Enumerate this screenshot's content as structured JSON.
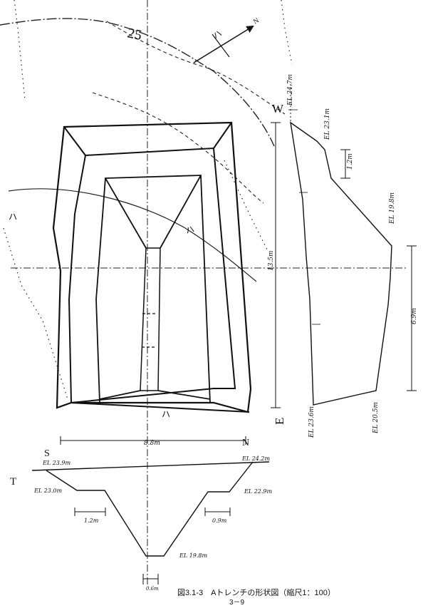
{
  "figure": {
    "caption": "図3.1-3　Aトレンチの形状図（縮尺1：100）",
    "page_number": "3－9"
  },
  "plan_view": {
    "contour_label": "25",
    "north_arrow_label": "N",
    "north_arrow_hatching": "ハ",
    "scarp_marks": [
      "ハ",
      "ハ",
      "ハ"
    ],
    "width_dim": "8.8m",
    "length_dim": "13.5m",
    "pit_label_w": "W",
    "pit_label_e": "E",
    "pit_label_s": "S",
    "pit_label_n": "N",
    "pit_label_t": "T"
  },
  "section_we": {
    "elevations": [
      "EL 24.7m",
      "EL 23.1m",
      "EL 19.8m",
      "EL 23.6m",
      "EL 20.5m"
    ],
    "dims": [
      "1.2m",
      "6.9m"
    ]
  },
  "section_sn": {
    "elevations": [
      "EL 23.9m",
      "EL 24.2m",
      "EL 23.0m",
      "EL 22.9m",
      "EL 19.8m"
    ],
    "dims": [
      "1.2m",
      "0.9m",
      "0.6m"
    ]
  }
}
